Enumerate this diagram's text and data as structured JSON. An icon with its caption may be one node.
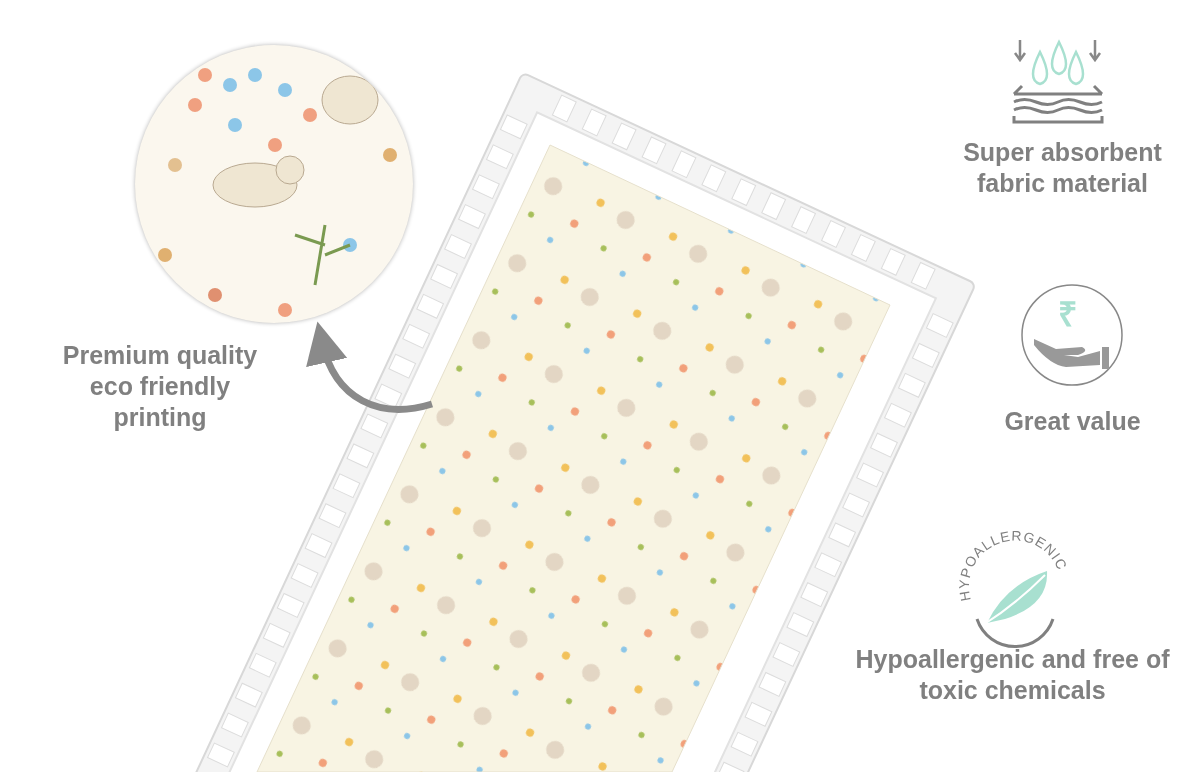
{
  "diagram": {
    "nodes": [
      {
        "text": [],
        "shape": "picture"
      },
      {
        "text": [],
        "shape": "picture"
      }
    ],
    "edges": [
      {
        "from": 1,
        "to": 0,
        "arrow": "to"
      }
    ],
    "labels": [
      "Super absorbent fabric material",
      "Premium quality eco friendly printing",
      "₹",
      "Great value",
      "HYPOALLERGENIC",
      "Hypoallergenic and free of toxic chemicals"
    ]
  }
}
